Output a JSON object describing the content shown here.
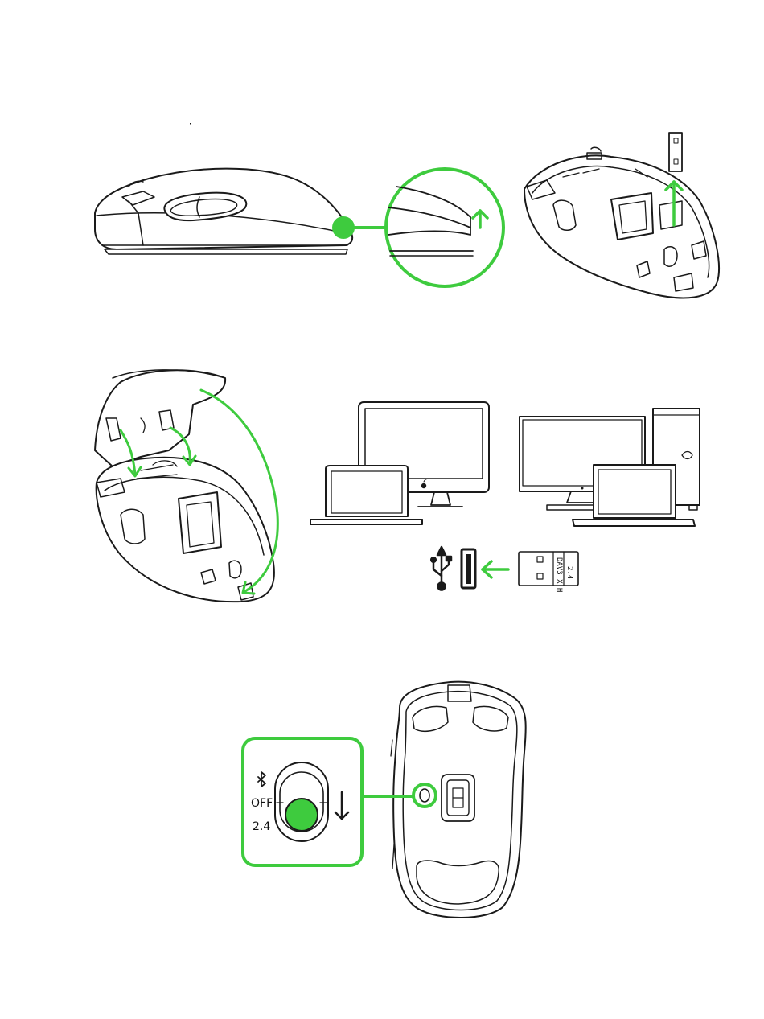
{
  "colors": {
    "accent": "#3ecb3e",
    "line": "#1a1a1a",
    "face": "#ffffff"
  },
  "switch": {
    "bluetooth_icon": "bluetooth-icon",
    "label_off": "OFF",
    "label_24": "2.4"
  },
  "dongle": {
    "text_top": "2.4",
    "text_bottom": "DAV3 X H"
  },
  "icons": {
    "usb": "usb-icon",
    "arrow": "arrow-left-icon",
    "apple": "apple-logo-icon",
    "razer": "razer-logo-icon"
  }
}
